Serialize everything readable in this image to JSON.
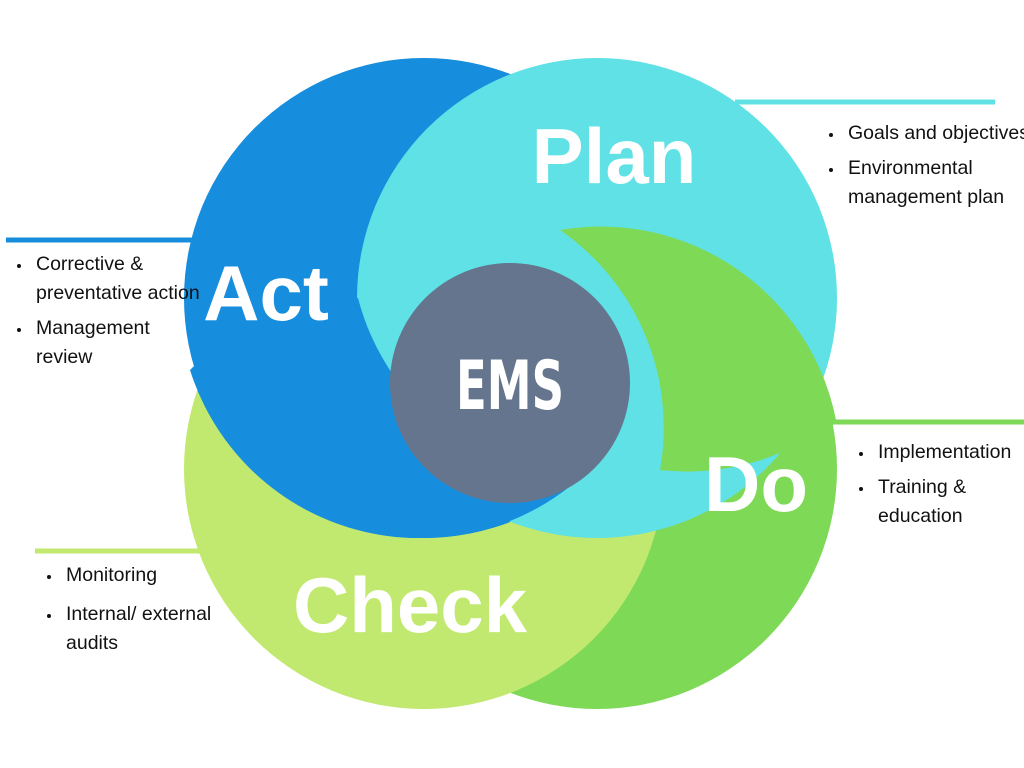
{
  "center": {
    "label": "EMS"
  },
  "phases": {
    "plan": {
      "label": "Plan",
      "bullets": [
        "Goals and objectives",
        "Environmental management plan"
      ]
    },
    "do": {
      "label": "Do",
      "bullets": [
        "Implementation",
        "Training & education"
      ]
    },
    "check": {
      "label": "Check",
      "bullets": [
        "Monitoring",
        "Internal/ external audits"
      ]
    },
    "act": {
      "label": "Act",
      "bullets": [
        "Corrective & preventative action",
        "Management review"
      ]
    }
  },
  "colors": {
    "plan": "#5fe1e6",
    "do": "#7ed957",
    "check": "#c1e96f",
    "act": "#168ddd",
    "center": "#64758d"
  }
}
